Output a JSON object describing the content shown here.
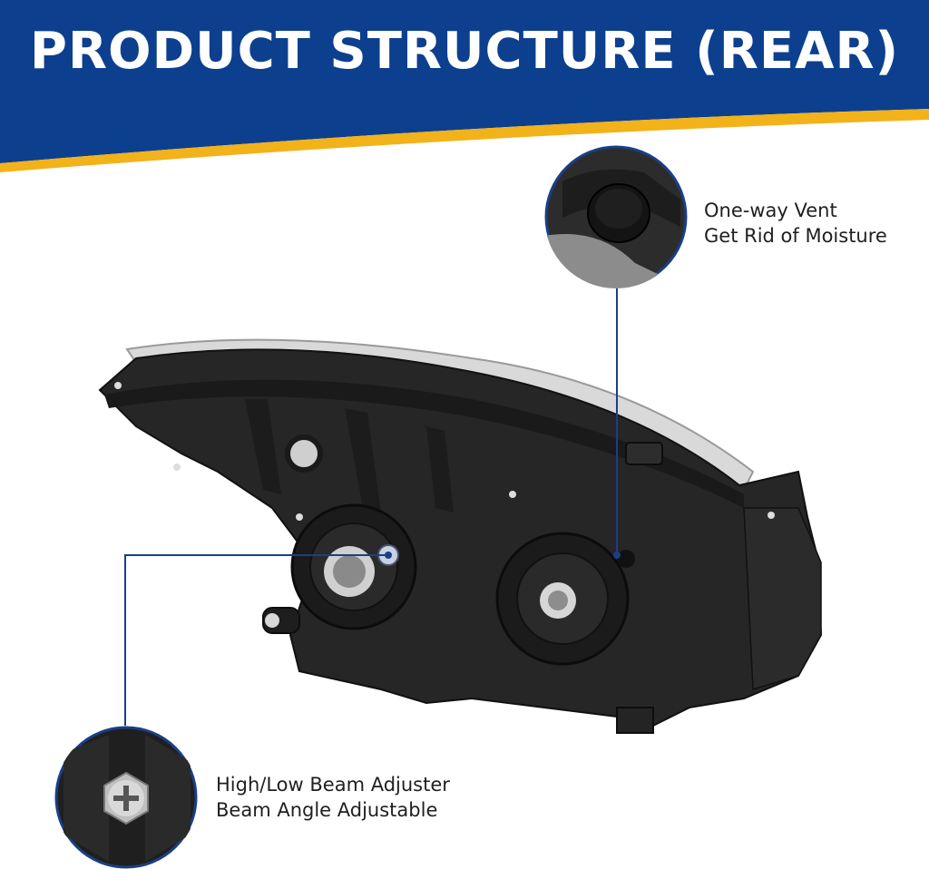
{
  "banner": {
    "title": "PRODUCT STRUCTURE (REAR)",
    "colors": {
      "navy": "#0d3f8f",
      "gold": "#f2b21a"
    }
  },
  "callouts": {
    "vent": {
      "line1": "One-way Vent",
      "line2": "Get Rid of Moisture"
    },
    "beam": {
      "line1": "High/Low Beam Adjuster",
      "line2": "Beam Angle Adjustable"
    }
  },
  "colors": {
    "leader_line": "#1a3f86",
    "housing": "#232323",
    "label_text": "#1f1f1f"
  }
}
